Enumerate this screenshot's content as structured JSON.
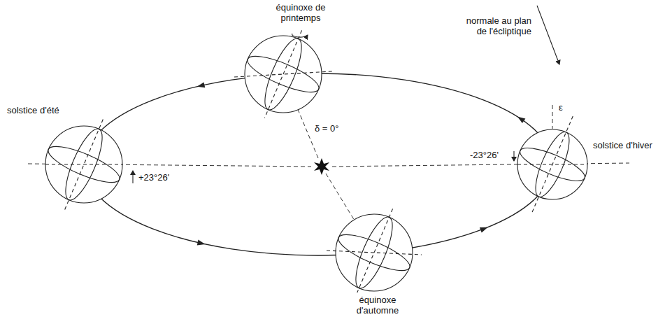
{
  "diagram": {
    "labels": [
      "équinoxe de printemps",
      "normale au plan de l'écliptique",
      "solstice d'été",
      "δ = 0°",
      "+23°26'",
      "-23°26'",
      "ε",
      "solstice d'hiver",
      "équinoxe d'automne"
    ]
  }
}
